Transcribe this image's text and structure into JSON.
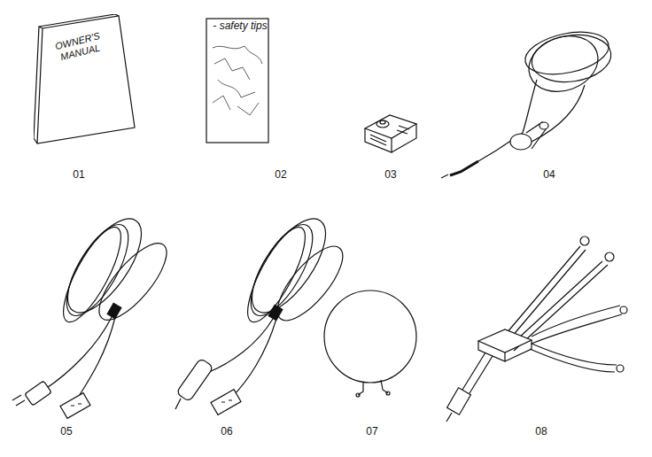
{
  "diagram": {
    "nodes": [
      {
        "text": [
          "OWNER'S MANUAL"
        ]
      },
      {
        "text": [
          "- safety tips"
        ]
      }
    ],
    "labels": [
      "01",
      "02",
      "03",
      "04",
      "05",
      "06",
      "07",
      "08"
    ]
  }
}
